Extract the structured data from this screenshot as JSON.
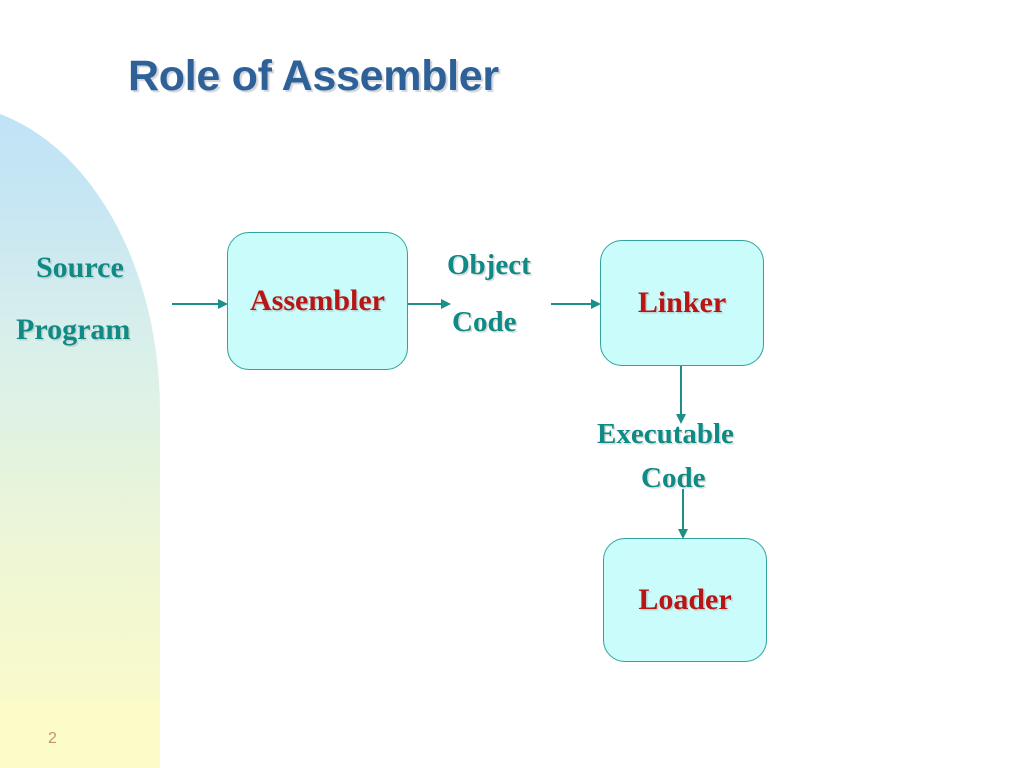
{
  "slide": {
    "title": "Role of Assembler",
    "page_number": "2",
    "background_color": "#ffffff",
    "title_color": "#2e6198",
    "accent_teal": "#12898a",
    "node_text_color": "#b81616",
    "node_fill_color": "#c9fcfa",
    "node_border_color": "#31a39c",
    "arrow_color": "#1d8f8a",
    "page_number_color": "#c2966a"
  },
  "decoration": {
    "name": "left-gradient-shape",
    "gradient_top": "#bfe2f6",
    "gradient_mid": "#dcf1e8",
    "gradient_bottom": "#fcfcc9"
  },
  "diagram": {
    "type": "flowchart",
    "nodes": [
      {
        "id": "assembler",
        "label": "Assembler",
        "shape": "rounded-rect"
      },
      {
        "id": "linker",
        "label": "Linker",
        "shape": "rounded-rect"
      },
      {
        "id": "loader",
        "label": "Loader",
        "shape": "rounded-rect"
      }
    ],
    "labels": [
      {
        "id": "source-program",
        "line1": "Source",
        "line2": "Program"
      },
      {
        "id": "object-code",
        "line1": "Object",
        "line2": "Code"
      },
      {
        "id": "executable-code",
        "line1": "Executable",
        "line2": "Code"
      }
    ],
    "edges": [
      {
        "from": "source-program",
        "to": "assembler",
        "direction": "right"
      },
      {
        "from": "assembler",
        "to": "object-code",
        "direction": "right"
      },
      {
        "from": "object-code",
        "to": "linker",
        "direction": "right"
      },
      {
        "from": "linker",
        "to": "executable-code",
        "direction": "down"
      },
      {
        "from": "executable-code",
        "to": "loader",
        "direction": "down"
      }
    ]
  }
}
